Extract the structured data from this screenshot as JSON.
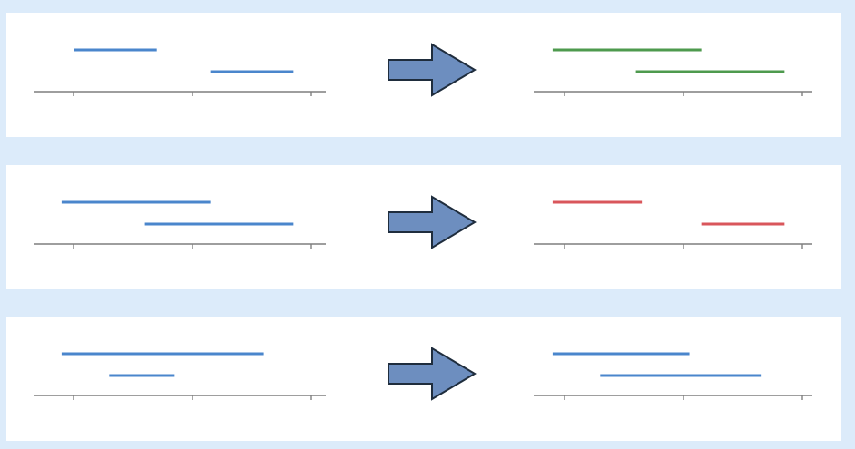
{
  "colors": {
    "background": "#dcebfa",
    "panel": "#ffffff",
    "axis": "#7f7f7f",
    "arrow_fill": "#6d8ebf",
    "arrow_stroke": "#1f2d3d",
    "blue": "#4a86cc",
    "green": "#4e9a4e",
    "red": "#d9565b"
  },
  "arrow_icon": "right-arrow-icon",
  "rows": [
    {
      "before": {
        "color": "blue",
        "intervals": [
          [
            0.0,
            0.7
          ],
          [
            1.15,
            1.85
          ]
        ]
      },
      "after": {
        "color": "green",
        "intervals": [
          [
            -0.1,
            1.15
          ],
          [
            0.6,
            1.85
          ]
        ]
      }
    },
    {
      "before": {
        "color": "blue",
        "intervals": [
          [
            -0.1,
            1.15
          ],
          [
            0.6,
            1.85
          ]
        ]
      },
      "after": {
        "color": "red",
        "intervals": [
          [
            -0.1,
            0.65
          ],
          [
            1.15,
            1.85
          ]
        ]
      }
    },
    {
      "before": {
        "color": "blue",
        "intervals": [
          [
            -0.1,
            1.6
          ],
          [
            0.3,
            0.85
          ]
        ]
      },
      "after": {
        "color": "blue",
        "intervals": [
          [
            -0.1,
            1.05
          ],
          [
            0.3,
            1.65
          ]
        ]
      }
    }
  ]
}
